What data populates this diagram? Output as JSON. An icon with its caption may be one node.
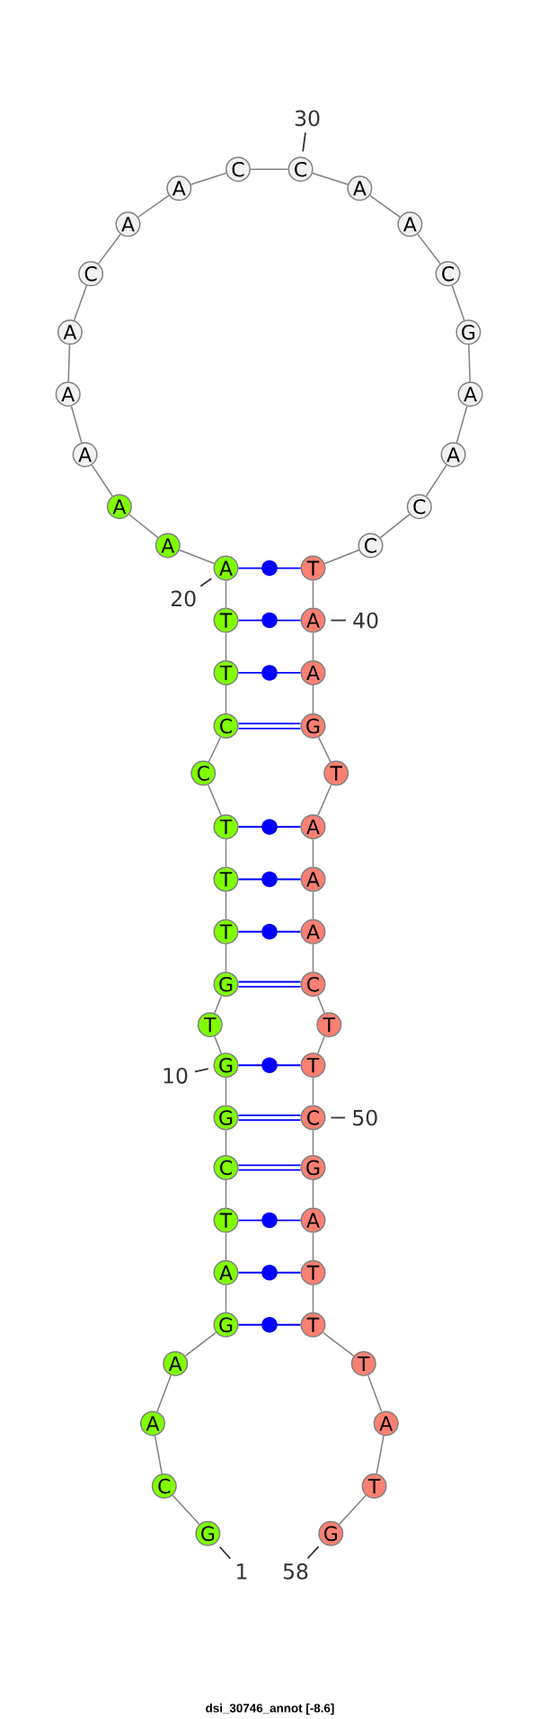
{
  "diagram": {
    "caption": "dsi_30746_annot [-8.6]",
    "nodes": [
      {
        "text": [
          "G"
        ]
      },
      {
        "text": [
          "C"
        ]
      },
      {
        "text": [
          "A"
        ]
      },
      {
        "text": [
          "A"
        ]
      },
      {
        "text": [
          "G"
        ]
      },
      {
        "text": [
          "A"
        ]
      },
      {
        "text": [
          "T"
        ]
      },
      {
        "text": [
          "C"
        ]
      },
      {
        "text": [
          "G"
        ]
      },
      {
        "text": [
          "G"
        ]
      },
      {
        "text": [
          "T"
        ]
      },
      {
        "text": [
          "G"
        ]
      },
      {
        "text": [
          "T"
        ]
      },
      {
        "text": [
          "T"
        ]
      },
      {
        "text": [
          "T"
        ]
      },
      {
        "text": [
          "C"
        ]
      },
      {
        "text": [
          "C"
        ]
      },
      {
        "text": [
          "T"
        ]
      },
      {
        "text": [
          "T"
        ]
      },
      {
        "text": [
          "A"
        ]
      },
      {
        "text": [
          "A"
        ]
      },
      {
        "text": [
          "A"
        ]
      },
      {
        "text": [
          "A"
        ]
      },
      {
        "text": [
          "A"
        ]
      },
      {
        "text": [
          "A"
        ]
      },
      {
        "text": [
          "C"
        ]
      },
      {
        "text": [
          "A"
        ]
      },
      {
        "text": [
          "A"
        ]
      },
      {
        "text": [
          "C"
        ]
      },
      {
        "text": [
          "C"
        ]
      },
      {
        "text": [
          "A"
        ]
      },
      {
        "text": [
          "A"
        ]
      },
      {
        "text": [
          "C"
        ]
      },
      {
        "text": [
          "G"
        ]
      },
      {
        "text": [
          "A"
        ]
      },
      {
        "text": [
          "A"
        ]
      },
      {
        "text": [
          "C"
        ]
      },
      {
        "text": [
          "C"
        ]
      },
      {
        "text": [
          "T"
        ]
      },
      {
        "text": [
          "A"
        ]
      },
      {
        "text": [
          "A"
        ]
      },
      {
        "text": [
          "G"
        ]
      },
      {
        "text": [
          "T"
        ]
      },
      {
        "text": [
          "A"
        ]
      },
      {
        "text": [
          "A"
        ]
      },
      {
        "text": [
          "A"
        ]
      },
      {
        "text": [
          "C"
        ]
      },
      {
        "text": [
          "T"
        ]
      },
      {
        "text": [
          "T"
        ]
      },
      {
        "text": [
          "C"
        ]
      },
      {
        "text": [
          "G"
        ]
      },
      {
        "text": [
          "A"
        ]
      },
      {
        "text": [
          "T"
        ]
      },
      {
        "text": [
          "T"
        ]
      },
      {
        "text": [
          "T"
        ]
      },
      {
        "text": [
          "A"
        ]
      },
      {
        "text": [
          "T"
        ]
      },
      {
        "text": [
          "G"
        ]
      },
      {
        "text": [
          "30"
        ]
      },
      {
        "text": [
          "20"
        ]
      },
      {
        "text": [
          "40"
        ]
      },
      {
        "text": [
          "10"
        ]
      },
      {
        "text": [
          "50"
        ]
      },
      {
        "text": [
          "1"
        ]
      },
      {
        "text": [
          "58"
        ]
      }
    ],
    "edges": [
      {
        "from": 0,
        "to": 1,
        "arrow": "none"
      },
      {
        "from": 1,
        "to": 2,
        "arrow": "none"
      },
      {
        "from": 2,
        "to": 3,
        "arrow": "none"
      },
      {
        "from": 3,
        "to": 4,
        "arrow": "none"
      },
      {
        "from": 4,
        "to": 5,
        "arrow": "none"
      },
      {
        "from": 5,
        "to": 6,
        "arrow": "none"
      },
      {
        "from": 6,
        "to": 7,
        "arrow": "none"
      },
      {
        "from": 7,
        "to": 8,
        "arrow": "none"
      },
      {
        "from": 8,
        "to": 9,
        "arrow": "none"
      },
      {
        "from": 9,
        "to": 10,
        "arrow": "none"
      },
      {
        "from": 10,
        "to": 11,
        "arrow": "none"
      },
      {
        "from": 11,
        "to": 12,
        "arrow": "none"
      },
      {
        "from": 12,
        "to": 13,
        "arrow": "none"
      },
      {
        "from": 13,
        "to": 14,
        "arrow": "none"
      },
      {
        "from": 14,
        "to": 15,
        "arrow": "none"
      },
      {
        "from": 15,
        "to": 16,
        "arrow": "none"
      },
      {
        "from": 16,
        "to": 17,
        "arrow": "none"
      },
      {
        "from": 17,
        "to": 18,
        "arrow": "none"
      },
      {
        "from": 18,
        "to": 19,
        "arrow": "none"
      },
      {
        "from": 19,
        "to": 20,
        "arrow": "none"
      },
      {
        "from": 20,
        "to": 21,
        "arrow": "none"
      },
      {
        "from": 21,
        "to": 22,
        "arrow": "none"
      },
      {
        "from": 22,
        "to": 23,
        "arrow": "none"
      },
      {
        "from": 23,
        "to": 24,
        "arrow": "none"
      },
      {
        "from": 24,
        "to": 25,
        "arrow": "none"
      },
      {
        "from": 25,
        "to": 26,
        "arrow": "none"
      },
      {
        "from": 26,
        "to": 27,
        "arrow": "none"
      },
      {
        "from": 27,
        "to": 28,
        "arrow": "none"
      },
      {
        "from": 28,
        "to": 29,
        "arrow": "none"
      },
      {
        "from": 29,
        "to": 30,
        "arrow": "none"
      },
      {
        "from": 30,
        "to": 31,
        "arrow": "none"
      },
      {
        "from": 31,
        "to": 32,
        "arrow": "none"
      },
      {
        "from": 32,
        "to": 33,
        "arrow": "none"
      },
      {
        "from": 33,
        "to": 34,
        "arrow": "none"
      },
      {
        "from": 34,
        "to": 35,
        "arrow": "none"
      },
      {
        "from": 35,
        "to": 36,
        "arrow": "none"
      },
      {
        "from": 36,
        "to": 37,
        "arrow": "none"
      },
      {
        "from": 37,
        "to": 38,
        "arrow": "none"
      },
      {
        "from": 38,
        "to": 39,
        "arrow": "none"
      },
      {
        "from": 39,
        "to": 40,
        "arrow": "none"
      },
      {
        "from": 40,
        "to": 41,
        "arrow": "none"
      },
      {
        "from": 41,
        "to": 42,
        "arrow": "none"
      },
      {
        "from": 42,
        "to": 43,
        "arrow": "none"
      },
      {
        "from": 43,
        "to": 44,
        "arrow": "none"
      },
      {
        "from": 44,
        "to": 45,
        "arrow": "none"
      },
      {
        "from": 45,
        "to": 46,
        "arrow": "none"
      },
      {
        "from": 46,
        "to": 47,
        "arrow": "none"
      },
      {
        "from": 47,
        "to": 48,
        "arrow": "none"
      },
      {
        "from": 48,
        "to": 49,
        "arrow": "none"
      },
      {
        "from": 49,
        "to": 50,
        "arrow": "none"
      },
      {
        "from": 50,
        "to": 51,
        "arrow": "none"
      },
      {
        "from": 51,
        "to": 52,
        "arrow": "none"
      },
      {
        "from": 52,
        "to": 53,
        "arrow": "none"
      },
      {
        "from": 53,
        "to": 54,
        "arrow": "none"
      },
      {
        "from": 54,
        "to": 55,
        "arrow": "none"
      },
      {
        "from": 55,
        "to": 56,
        "arrow": "none"
      },
      {
        "from": 56,
        "to": 57,
        "arrow": "none"
      },
      {
        "from": 19,
        "to": 38,
        "arrow": "none",
        "color": "#0000ff"
      },
      {
        "from": 18,
        "to": 39,
        "arrow": "none",
        "color": "#0000ff"
      },
      {
        "from": 17,
        "to": 40,
        "arrow": "none",
        "color": "#0000ff"
      },
      {
        "from": 16,
        "to": 41,
        "arrow": "none",
        "color": "#0000ff",
        "style": "thick"
      },
      {
        "from": 14,
        "to": 43,
        "arrow": "none",
        "color": "#0000ff"
      },
      {
        "from": 13,
        "to": 44,
        "arrow": "none",
        "color": "#0000ff"
      },
      {
        "from": 12,
        "to": 45,
        "arrow": "none",
        "color": "#0000ff"
      },
      {
        "from": 11,
        "to": 46,
        "arrow": "none",
        "color": "#0000ff",
        "style": "thick"
      },
      {
        "from": 9,
        "to": 48,
        "arrow": "none",
        "color": "#0000ff"
      },
      {
        "from": 8,
        "to": 49,
        "arrow": "none",
        "color": "#0000ff",
        "style": "thick"
      },
      {
        "from": 7,
        "to": 50,
        "arrow": "none",
        "color": "#0000ff",
        "style": "thick"
      },
      {
        "from": 6,
        "to": 51,
        "arrow": "none",
        "color": "#0000ff"
      },
      {
        "from": 5,
        "to": 52,
        "arrow": "none",
        "color": "#0000ff"
      },
      {
        "from": 4,
        "to": 53,
        "arrow": "none",
        "color": "#0000ff"
      },
      {
        "from": 58,
        "to": 29,
        "arrow": "none",
        "color": "#333333"
      },
      {
        "from": 59,
        "to": 19,
        "arrow": "none",
        "color": "#333333"
      },
      {
        "from": 60,
        "to": 39,
        "arrow": "none",
        "color": "#333333"
      },
      {
        "from": 61,
        "to": 9,
        "arrow": "none",
        "color": "#333333"
      },
      {
        "from": 62,
        "to": 49,
        "arrow": "none",
        "color": "#333333"
      },
      {
        "from": 63,
        "to": 0,
        "arrow": "none",
        "color": "#333333"
      },
      {
        "from": 64,
        "to": 57,
        "arrow": "none",
        "color": "#333333"
      }
    ]
  }
}
